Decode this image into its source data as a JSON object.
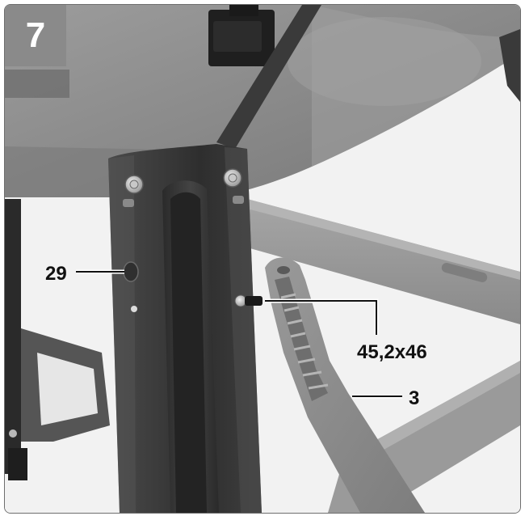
{
  "step": {
    "number": "7"
  },
  "callouts": [
    {
      "id": "part-29",
      "label": "29"
    },
    {
      "id": "screw",
      "label": "45,2x46"
    },
    {
      "id": "part-3",
      "label": "3"
    }
  ],
  "colors": {
    "frame_border": "#6e6e6e",
    "badge_bg": "#8a8a8a",
    "badge_text": "#ffffff",
    "leg_metal": "#3c3c3c",
    "housing": "#8c8c8c",
    "lever": "#8e8e8e",
    "leader_line": "#111111"
  }
}
